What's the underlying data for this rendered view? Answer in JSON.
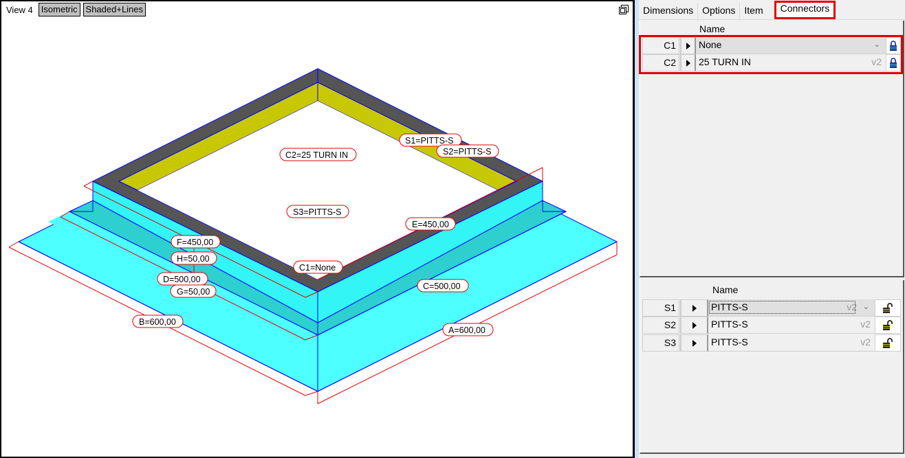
{
  "viewport": {
    "title": "View 4",
    "projection_button": "Isometric",
    "render_button": "Shaded+Lines",
    "labels": {
      "s1": "S1=PITTS-S",
      "s2": "S2=PITTS-S",
      "s3": "S3=PITTS-S",
      "c1": "C1=None",
      "c2": "C2=25 TURN IN",
      "e": "E=450,00",
      "f": "F=450,00",
      "h": "H=50,00",
      "d": "D=500,00",
      "g": "G=50,00",
      "c": "C=500,00",
      "b": "B=600,00",
      "a": "A=600,00"
    },
    "colors": {
      "wall_top": "#555555",
      "wall_inner": "#c8c800",
      "wall_face": "#33f5f5",
      "step": "#2ecfcf",
      "base": "#4dffff",
      "edge": "#0000ff",
      "dimension": "#e00000"
    }
  },
  "panel": {
    "tabs": [
      {
        "label": "Dimensions"
      },
      {
        "label": "Options"
      },
      {
        "label": "Item"
      },
      {
        "label": "Connectors",
        "active": true
      }
    ],
    "connectors": {
      "column_header": "Name",
      "rows": [
        {
          "id": "C1",
          "name": "None",
          "version": "",
          "locked": true,
          "selected": true
        },
        {
          "id": "C2",
          "name": "25 TURN IN",
          "version": "v2",
          "locked": true,
          "selected": false
        }
      ]
    },
    "seams": {
      "column_header": "Name",
      "rows": [
        {
          "id": "S1",
          "name": "PITTS-S",
          "version": "v2",
          "locked": false,
          "selected": true
        },
        {
          "id": "S2",
          "name": "PITTS-S",
          "version": "v2",
          "locked": false,
          "selected": false
        },
        {
          "id": "S3",
          "name": "PITTS-S",
          "version": "v2",
          "locked": false,
          "selected": false
        }
      ]
    },
    "highlight_color": "#e00000"
  }
}
